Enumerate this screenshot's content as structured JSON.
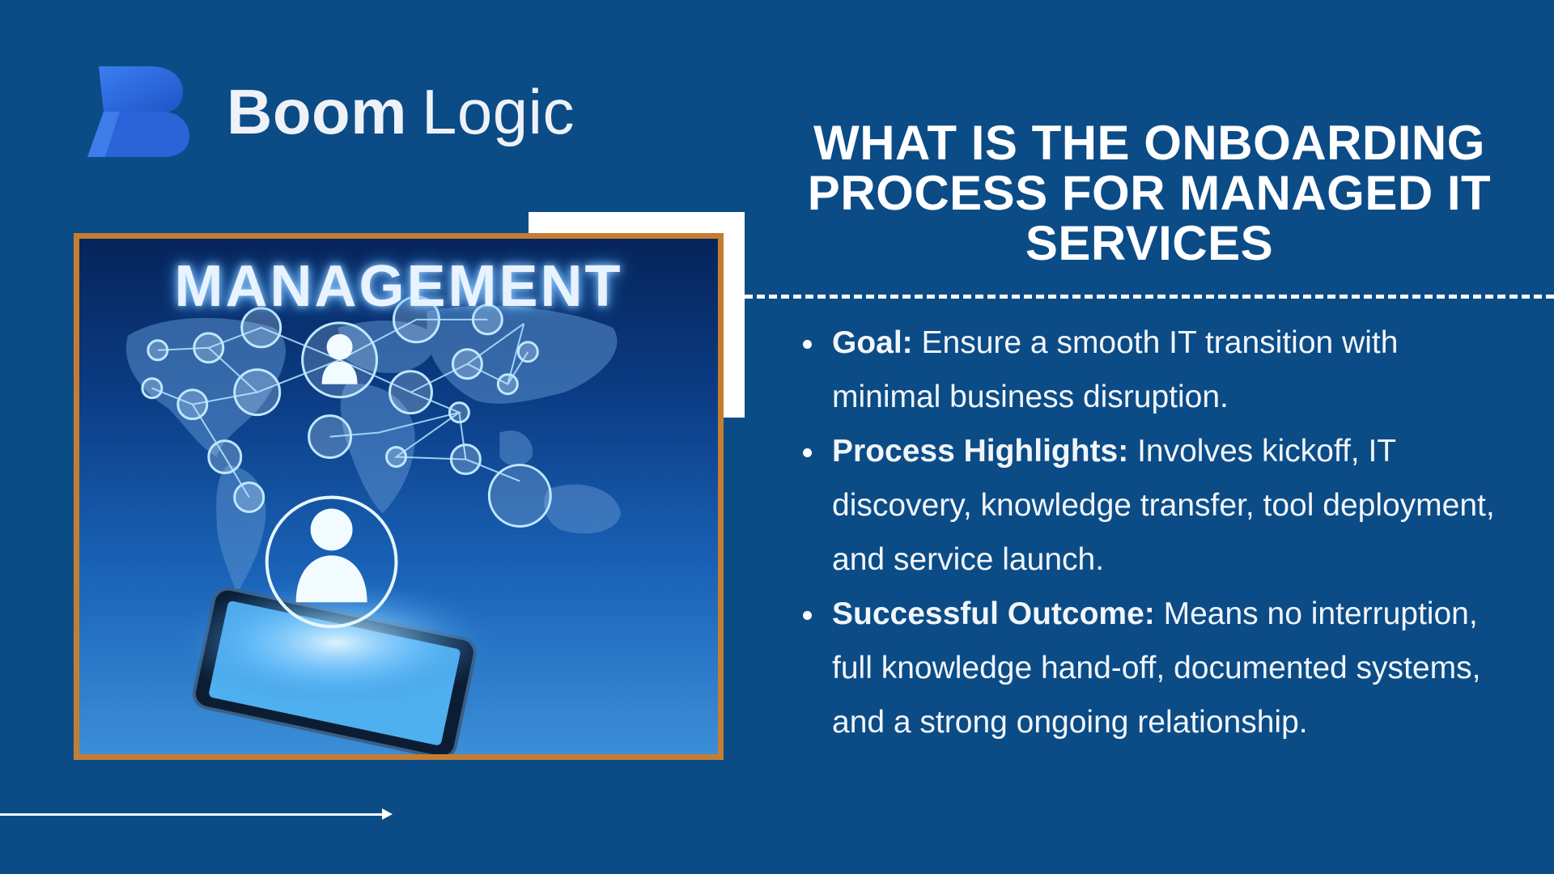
{
  "brand": {
    "name_bold": "Boom",
    "name_light": "Logic",
    "logo_icon": "b-letter-logo-icon",
    "logo_color": "#2f6fe0"
  },
  "image": {
    "title": "MANAGEMENT",
    "description_icon": "network-people-tablet-illustration",
    "frame_color": "#c47e33"
  },
  "heading": {
    "line1": "WHAT IS THE ONBOARDING",
    "line2": "PROCESS FOR MANAGED IT",
    "line3": "SERVICES"
  },
  "bullets": [
    {
      "label": "Goal:",
      "text": " Ensure a smooth IT transition with minimal business disruption."
    },
    {
      "label": "Process Highlights:",
      "text": " Involves kickoff, IT discovery, knowledge transfer, tool deployment, and service launch."
    },
    {
      "label": "Successful Outcome:",
      "text": " Means no interruption, full knowledge hand-off, documented systems, and a strong ongoing relationship."
    }
  ],
  "colors": {
    "background": "#0b4c87",
    "text": "#ffffff"
  }
}
